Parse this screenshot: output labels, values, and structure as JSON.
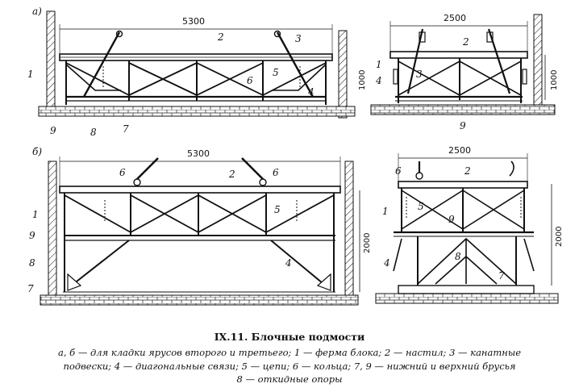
{
  "figure": {
    "title": "IX.11. Блочные подмости",
    "caption_lines": [
      "а, б — для кладки ярусов второго и третьего; 1 — ферма блока; 2 — настил; 3 — канатные",
      "подвески; 4 — диагональные связи; 5 — цепи; 6 — кольца; 7, 9 — нижний и верхний брусья",
      "8 — откидные опоры"
    ]
  },
  "panel_a": {
    "tag": "а)",
    "width_dim": "5300",
    "side_width_dim": "2500",
    "height_dim": "1000",
    "labels": [
      "1",
      "2",
      "3",
      "4",
      "5",
      "6",
      "7",
      "8",
      "9"
    ],
    "side_labels": [
      "1",
      "2",
      "3",
      "4",
      "9"
    ]
  },
  "panel_b": {
    "tag": "б)",
    "width_dim": "5300",
    "side_width_dim": "2500",
    "height_dim": "2000",
    "labels": [
      "1",
      "2",
      "4",
      "5",
      "6",
      "6",
      "7",
      "8",
      "9"
    ],
    "side_labels": [
      "1",
      "2",
      "4",
      "5",
      "6",
      "7",
      "8",
      "9"
    ]
  }
}
